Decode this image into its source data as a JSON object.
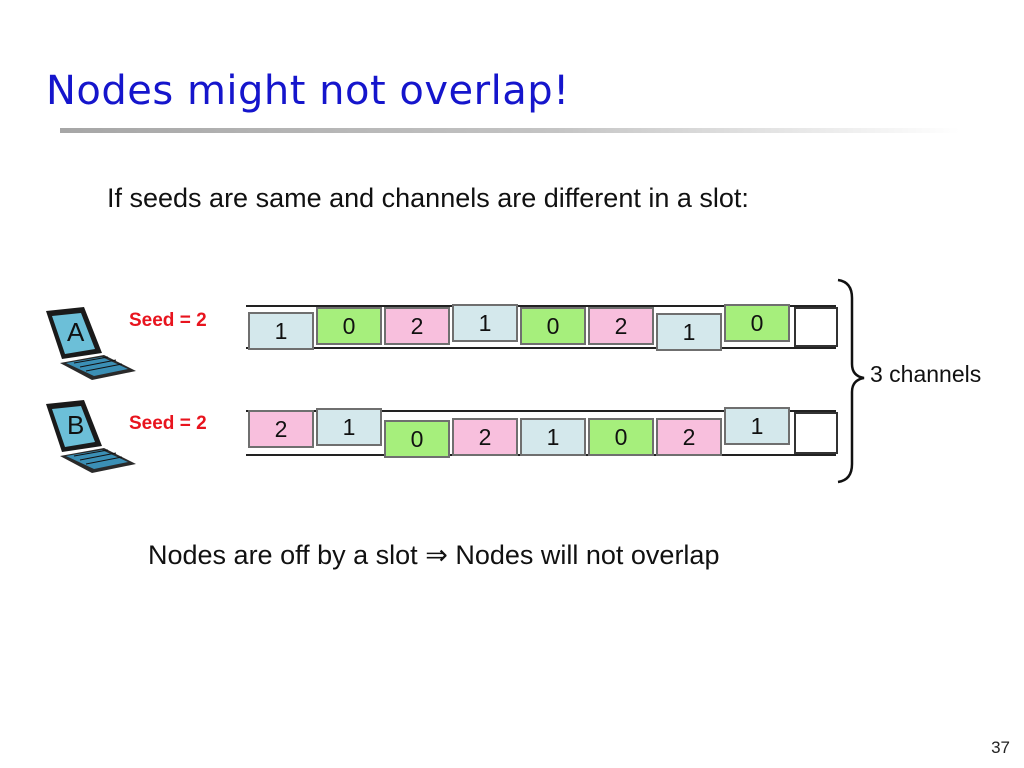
{
  "slide": {
    "title": "Nodes might not overlap!",
    "subtitle": "If seeds are same and channels are different in a slot:",
    "conclusion_left": "Nodes are off by a slot",
    "conclusion_arrow": "⇒",
    "conclusion_right": "Nodes will not overlap",
    "page_number": "37"
  },
  "colors": {
    "title": "#1515cc",
    "seed_text": "#e8141e",
    "channel_0": "#a6ef7c",
    "channel_1": "#d4e8ec",
    "channel_2": "#f8bfdd"
  },
  "nodes": [
    {
      "label": "A",
      "seed_label": "Seed = 2",
      "icon": "laptop-icon",
      "sequence": [
        1,
        0,
        2,
        1,
        0,
        2,
        1,
        0
      ]
    },
    {
      "label": "B",
      "seed_label": "Seed = 2",
      "icon": "laptop-icon",
      "sequence": [
        2,
        1,
        0,
        2,
        1,
        0,
        2,
        1
      ]
    }
  ],
  "brace_label": "3 channels"
}
